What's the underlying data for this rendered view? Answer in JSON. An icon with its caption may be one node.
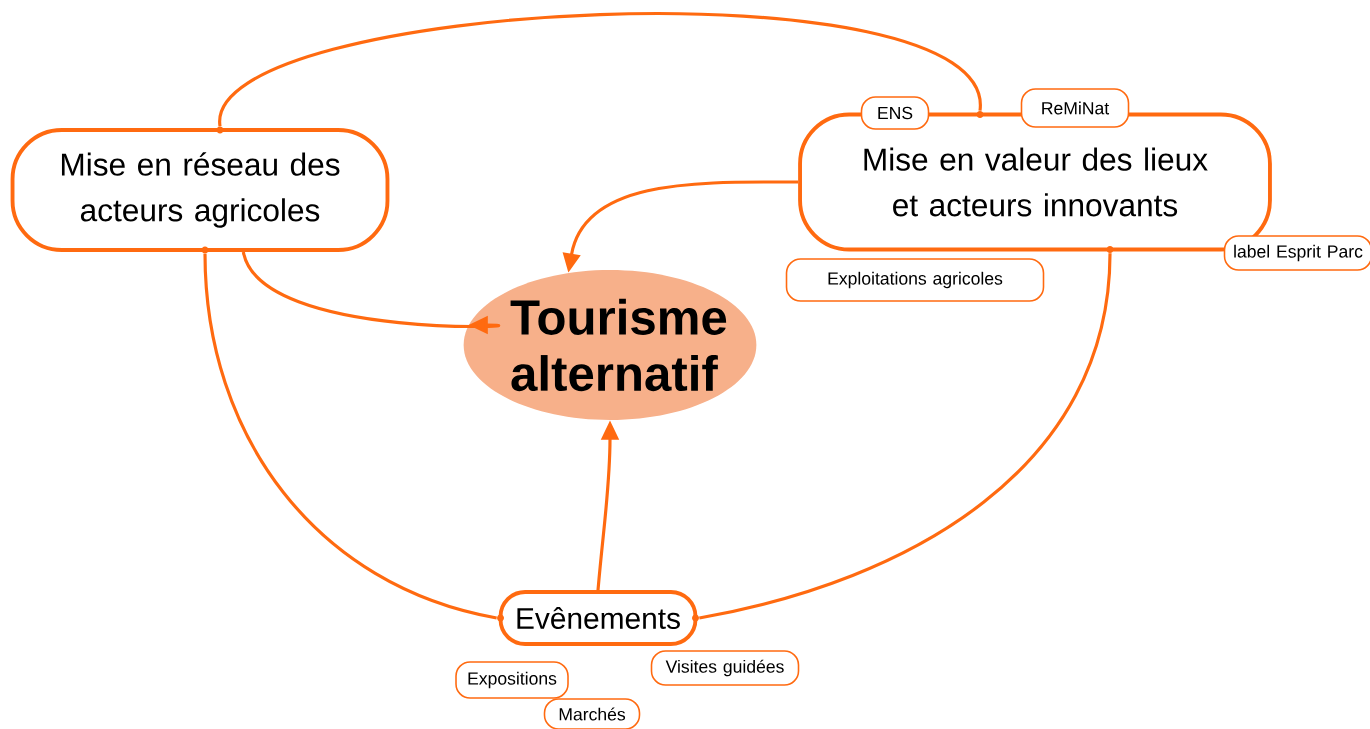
{
  "diagram": {
    "nodes": [
      {
        "text": [
          "Mise en réseau des acteurs agricoles"
        ]
      },
      {
        "text": [
          "ENS"
        ]
      },
      {
        "text": [
          "ReMiNat"
        ]
      },
      {
        "text": [
          "Mise en valeur des lieux et acteurs innovants"
        ]
      },
      {
        "text": [
          "label Esprit Parc"
        ]
      },
      {
        "text": [
          "Exploitations agricoles"
        ]
      },
      {
        "text": [
          "Tourisme alternatif"
        ]
      },
      {
        "text": [
          "Evênements"
        ]
      },
      {
        "text": [
          "Visites guidées"
        ]
      },
      {
        "text": [
          "Expositions"
        ]
      },
      {
        "text": [
          "Marchés"
        ]
      },
      {
        "text": [],
        "shape": "circle"
      },
      {
        "text": [],
        "shape": "circle"
      },
      {
        "text": [],
        "shape": "circle"
      },
      {
        "text": [],
        "shape": "circle"
      },
      {
        "text": [],
        "shape": "circle"
      },
      {
        "text": [],
        "shape": "circle"
      }
    ],
    "edges": [
      {
        "from": 0,
        "to": 6,
        "arrow": "to"
      },
      {
        "from": 3,
        "to": 6,
        "arrow": "to"
      },
      {
        "from": 7,
        "to": 6,
        "arrow": "to"
      },
      {
        "from": 11,
        "to": 12,
        "arrow": "none"
      },
      {
        "from": 13,
        "to": 14,
        "arrow": "none"
      },
      {
        "from": 15,
        "to": 16,
        "arrow": "none"
      }
    ]
  }
}
